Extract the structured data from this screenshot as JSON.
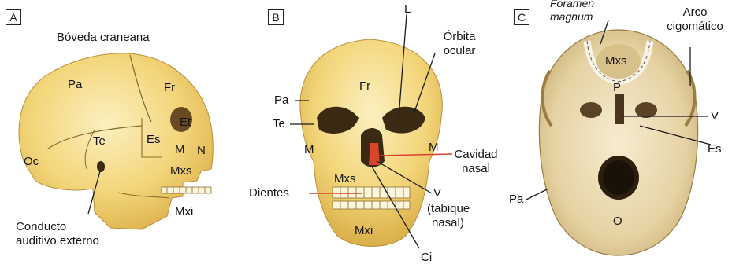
{
  "panels": [
    {
      "letter": "A",
      "labels": {
        "boveda": "Bóveda craneana",
        "pa": "Pa",
        "fr": "Fr",
        "et": "Et",
        "te": "Te",
        "es": "Es",
        "m": "M",
        "n": "N",
        "oc": "Oc",
        "mxs": "Mxs",
        "mxi": "Mxi",
        "conducto_1": "Conducto",
        "conducto_2": "auditivo externo"
      }
    },
    {
      "letter": "B",
      "labels": {
        "l": "L",
        "orbita_1": "Órbita",
        "orbita_2": "ocular",
        "fr": "Fr",
        "pa": "Pa",
        "te": "Te",
        "m_left": "M",
        "m_right": "M",
        "cavidad_1": "Cavidad",
        "cavidad_2": "nasal",
        "mxs": "Mxs",
        "dientes": "Dientes",
        "v": "V",
        "tabique_1": "(tabique",
        "tabique_2": "nasal)",
        "mxi": "Mxi",
        "ci": "Ci"
      }
    },
    {
      "letter": "C",
      "labels": {
        "foramen_1": "Foramen",
        "foramen_2": "magnum",
        "arco_1": "Arco",
        "arco_2": "cigomático",
        "mxs": "Mxs",
        "p": "P",
        "v": "V",
        "es": "Es",
        "pa": "Pa",
        "o": "O"
      }
    }
  ],
  "colors": {
    "bone": "#f3d57a",
    "bone_light": "#fbeeb8",
    "bone_shadow": "#d9b24e",
    "cavity": "#4a3a22",
    "nasal_red": "#d9442a",
    "line": "#1b1b1b",
    "base_bone": "#efe2c2"
  }
}
